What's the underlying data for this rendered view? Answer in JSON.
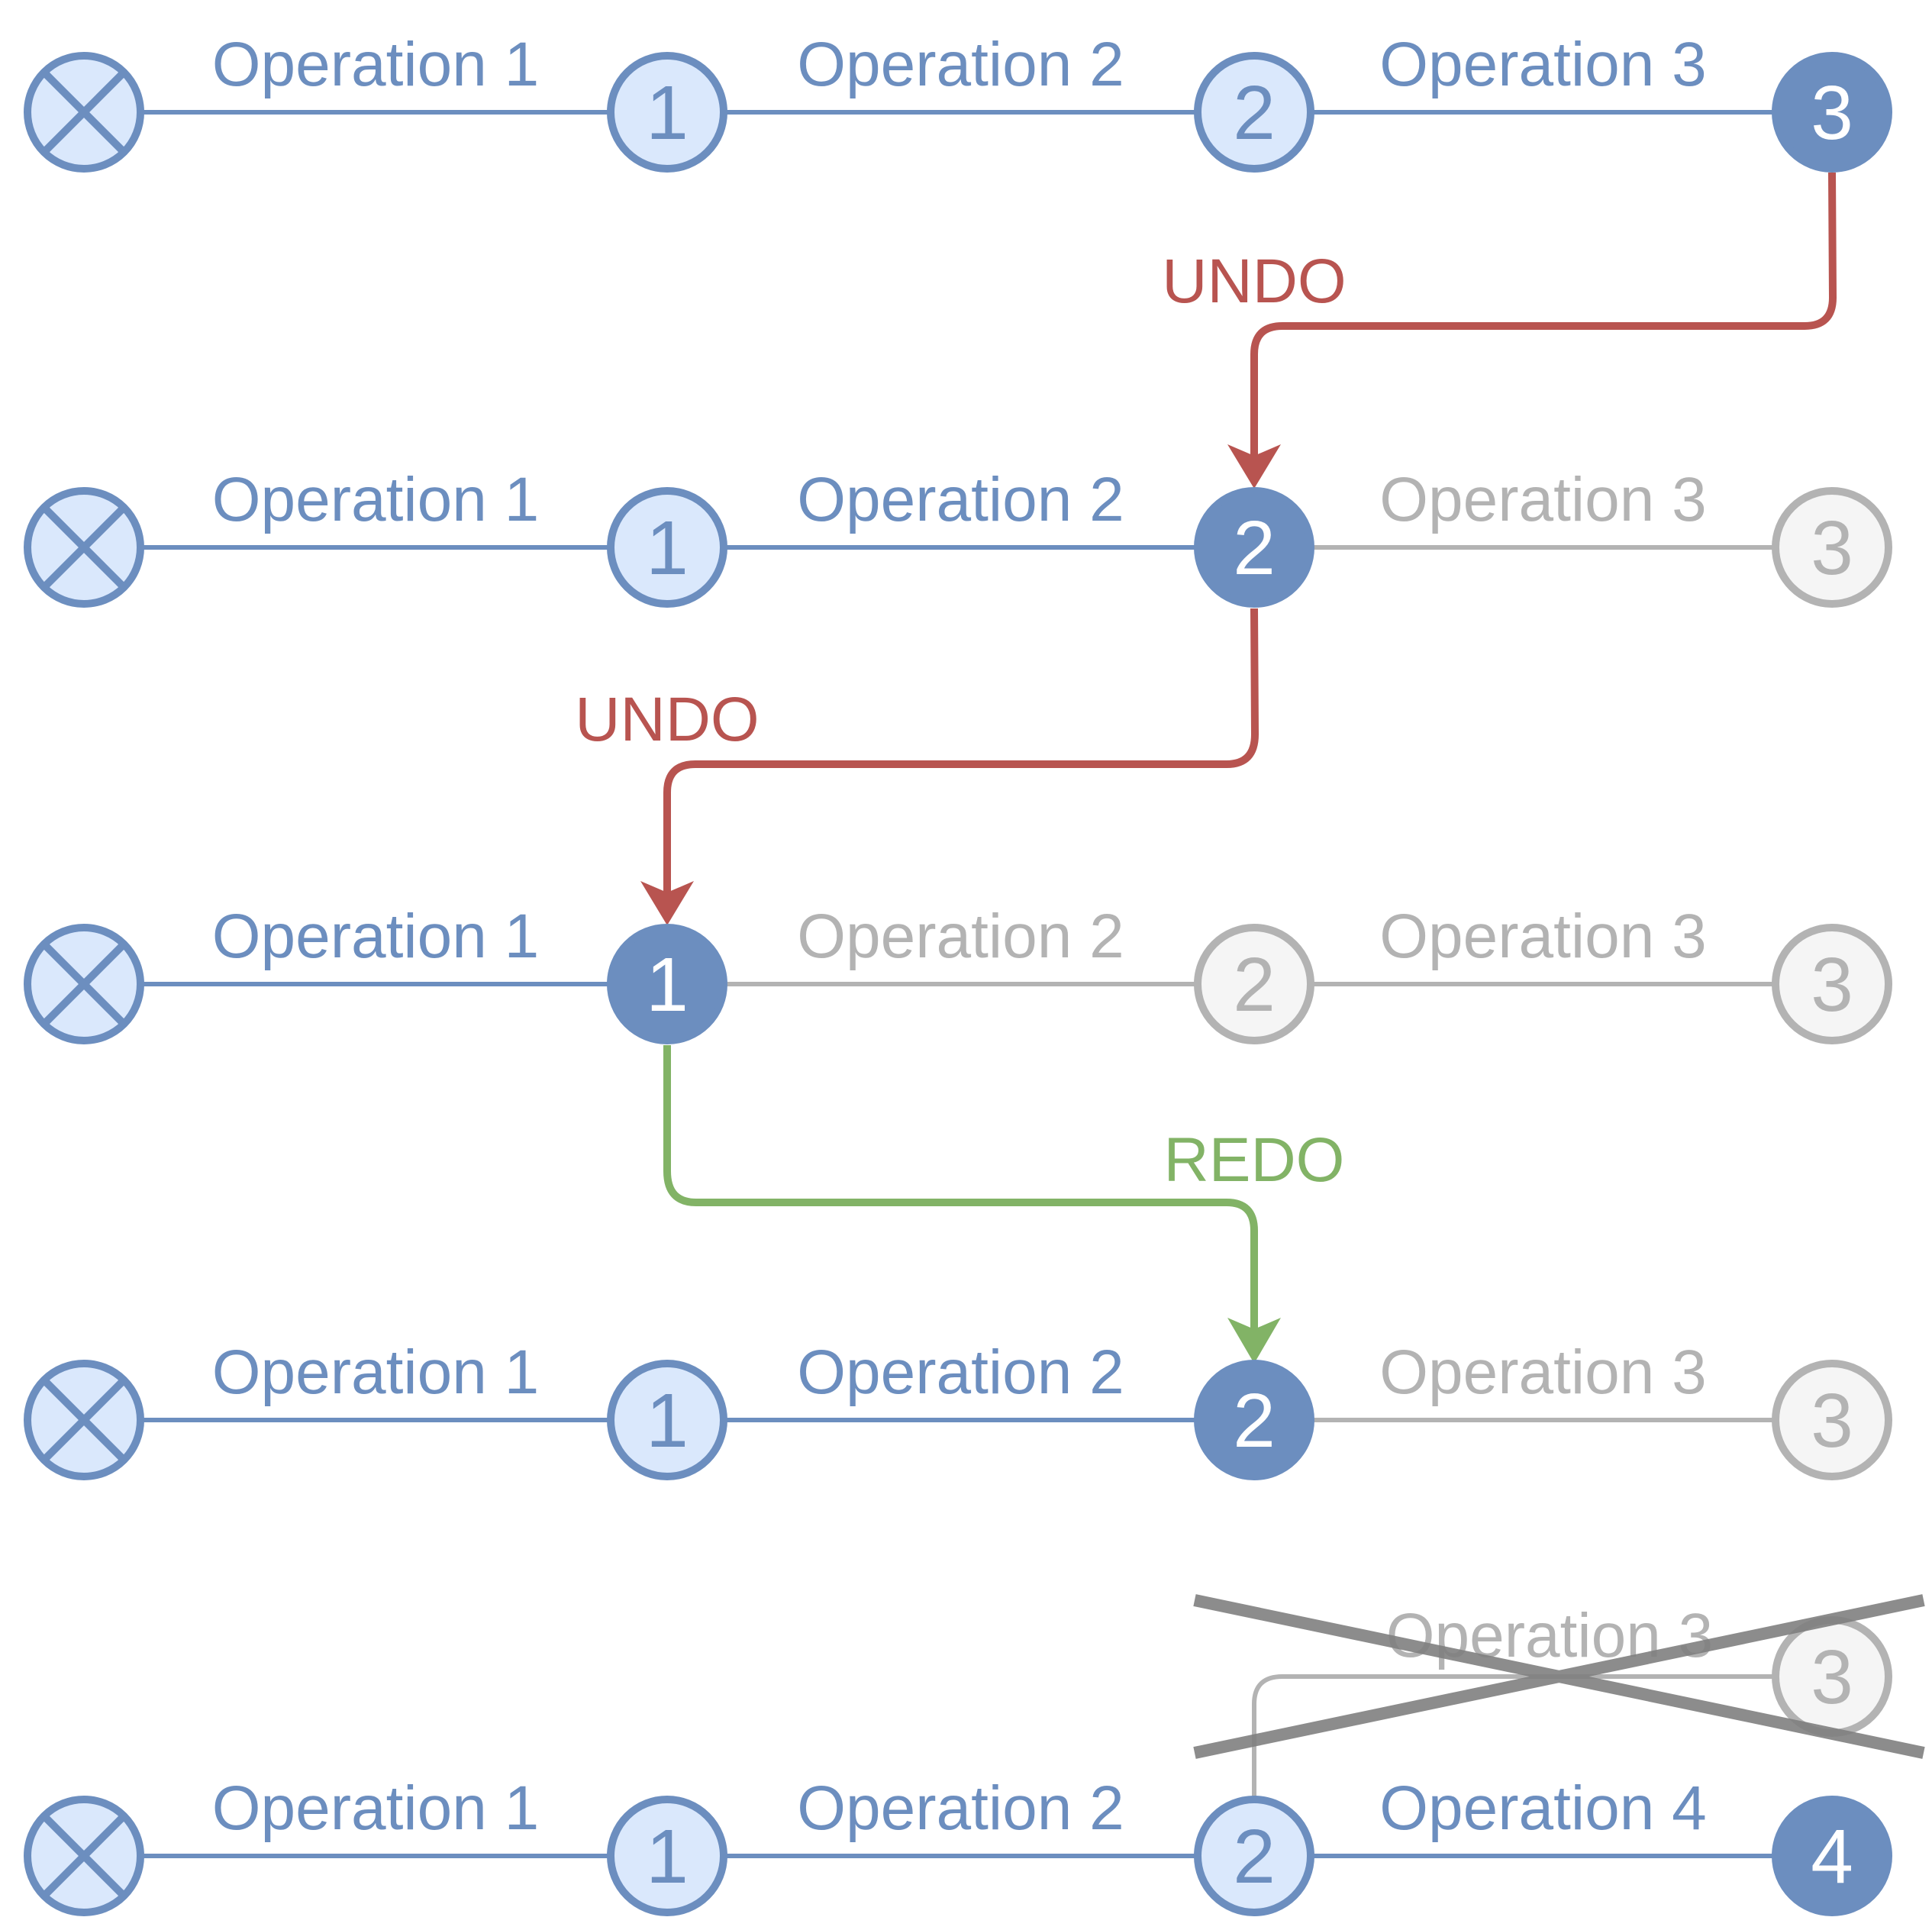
{
  "colors": {
    "active_stroke": "#6c8ebf",
    "active_fill": "#dae8fc",
    "current_fill": "#6c8ebf",
    "inactive_stroke": "#b3b3b3",
    "inactive_fill": "#f5f5f5",
    "undo": "#b85450",
    "redo": "#82b366",
    "cross": "#808080"
  },
  "rows": [
    {
      "nodes": [
        {
          "label": "",
          "state": "start"
        },
        {
          "label": "1",
          "state": "done"
        },
        {
          "label": "2",
          "state": "done"
        },
        {
          "label": "3",
          "state": "current"
        }
      ],
      "edges": [
        {
          "label": "Operation 1",
          "state": "active"
        },
        {
          "label": "Operation 2",
          "state": "active"
        },
        {
          "label": "Operation 3",
          "state": "active"
        }
      ]
    },
    {
      "nodes": [
        {
          "label": "",
          "state": "start"
        },
        {
          "label": "1",
          "state": "done"
        },
        {
          "label": "2",
          "state": "current"
        },
        {
          "label": "3",
          "state": "inactive"
        }
      ],
      "edges": [
        {
          "label": "Operation 1",
          "state": "active"
        },
        {
          "label": "Operation 2",
          "state": "active"
        },
        {
          "label": "Operation 3",
          "state": "inactive"
        }
      ]
    },
    {
      "nodes": [
        {
          "label": "",
          "state": "start"
        },
        {
          "label": "1",
          "state": "current"
        },
        {
          "label": "2",
          "state": "inactive"
        },
        {
          "label": "3",
          "state": "inactive"
        }
      ],
      "edges": [
        {
          "label": "Operation 1",
          "state": "active"
        },
        {
          "label": "Operation 2",
          "state": "inactive"
        },
        {
          "label": "Operation 3",
          "state": "inactive"
        }
      ]
    },
    {
      "nodes": [
        {
          "label": "",
          "state": "start"
        },
        {
          "label": "1",
          "state": "done"
        },
        {
          "label": "2",
          "state": "current"
        },
        {
          "label": "3",
          "state": "inactive"
        }
      ],
      "edges": [
        {
          "label": "Operation 1",
          "state": "active"
        },
        {
          "label": "Operation 2",
          "state": "active"
        },
        {
          "label": "Operation 3",
          "state": "inactive"
        }
      ]
    },
    {
      "nodes": [
        {
          "label": "",
          "state": "start"
        },
        {
          "label": "1",
          "state": "done"
        },
        {
          "label": "2",
          "state": "done"
        },
        {
          "label": "4",
          "state": "current"
        }
      ],
      "edges": [
        {
          "label": "Operation 1",
          "state": "active"
        },
        {
          "label": "Operation 2",
          "state": "active"
        },
        {
          "label": "Operation 4",
          "state": "active"
        }
      ]
    }
  ],
  "transitions": [
    {
      "label": "UNDO",
      "kind": "undo"
    },
    {
      "label": "UNDO",
      "kind": "undo"
    },
    {
      "label": "REDO",
      "kind": "redo"
    }
  ],
  "discarded_branch": {
    "edge_label": "Operation 3",
    "node_label": "3"
  }
}
